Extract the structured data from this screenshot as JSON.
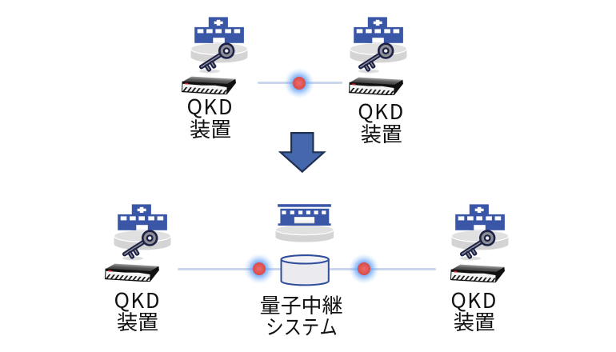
{
  "diagram": {
    "description": "QKD network upgrade diagram: two directly-linked QKD devices become three sites connected through a quantum relay system",
    "background": "#ffffff",
    "colors": {
      "building_blue": "#3a57a7",
      "outline_navy": "#1c2147",
      "key_gray": "#8d8d93",
      "platform_gray": "#d4d4d4",
      "platform_gray_top": "#e0e0e0",
      "server_black": "#1c1c1c",
      "server_face_white": "#f4f4f4",
      "server_led_red": "#cc2127",
      "line_blue": "#c9d6ee",
      "glow_blue": "#5b9cf5",
      "dot_red": "#e05353",
      "arrow_blue": "#4568ad",
      "arrow_outline": "#1f3153",
      "db_outline": "#2e4d9b",
      "db_fill": "#ebebef",
      "text_color": "#111111"
    },
    "top_row": {
      "nodes": [
        {
          "id": "qkd-site-top-left",
          "icons": [
            "hospital-building-icon",
            "key-icon",
            "server-icon"
          ],
          "label_line1": "QKD",
          "label_line2": "装置"
        },
        {
          "id": "qkd-site-top-right",
          "icons": [
            "hospital-building-icon",
            "key-icon",
            "server-icon"
          ],
          "label_line1": "QKD",
          "label_line2": "装置"
        }
      ],
      "link": {
        "type": "quantum-channel-line",
        "marker": "photon-dot"
      }
    },
    "transition_arrow": {
      "direction": "down"
    },
    "bottom_row": {
      "nodes": [
        {
          "id": "qkd-site-bottom-left",
          "icons": [
            "hospital-building-icon",
            "key-icon",
            "server-icon"
          ],
          "label_line1": "QKD",
          "label_line2": "装置"
        },
        {
          "id": "quantum-relay-center",
          "icons": [
            "relay-building-icon",
            "database-cylinder-icon"
          ],
          "label_line1": "量子中継",
          "label_line2": "システム"
        },
        {
          "id": "qkd-site-bottom-right",
          "icons": [
            "hospital-building-icon",
            "key-icon",
            "server-icon"
          ],
          "label_line1": "QKD",
          "label_line2": "装置"
        }
      ],
      "links": [
        {
          "type": "quantum-channel-line",
          "marker": "photon-dot"
        },
        {
          "type": "quantum-channel-line",
          "marker": "photon-dot"
        }
      ]
    }
  }
}
